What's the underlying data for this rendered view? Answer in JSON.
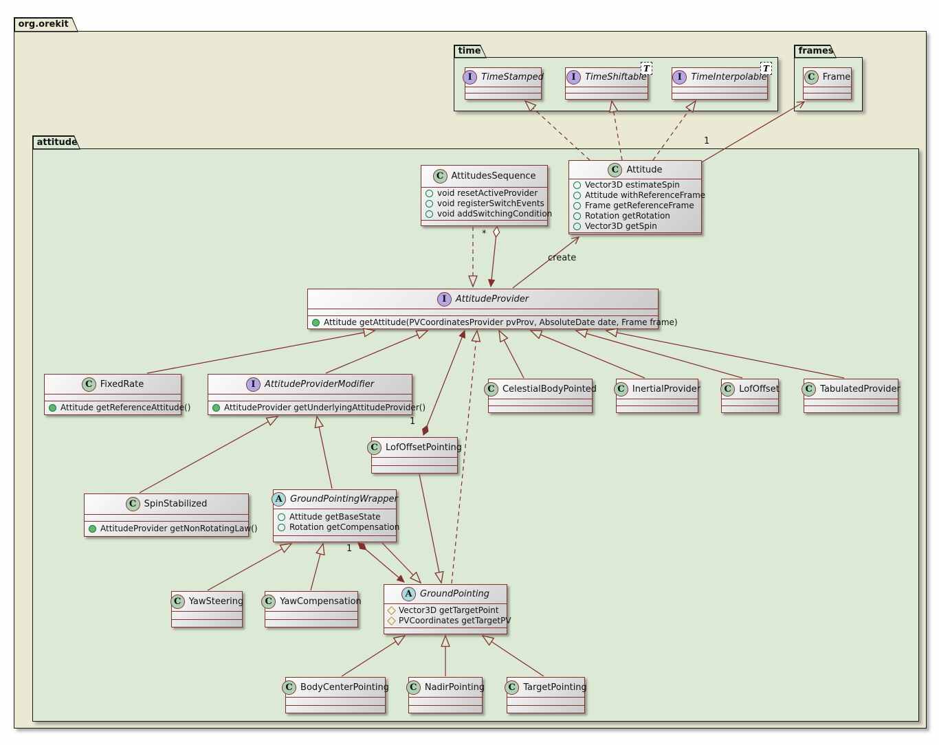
{
  "colors": {
    "line": "#82302D",
    "pkg-outer-bg": "#EAE9D4",
    "pkg-inner-bg": "#DCE9D4",
    "box-grad-start": "#FCFCFC",
    "box-grad-end": "#C9C9C9",
    "icon-class-bg": "#ADD1B2",
    "icon-interface-bg": "#B4A7E5",
    "icon-abstract-bg": "#A9DCDF",
    "member-public": "#038048",
    "member-protected": "#B38D22"
  },
  "packages": {
    "root": {
      "label": "org.orekit"
    },
    "time": {
      "label": "time"
    },
    "frames": {
      "label": "frames"
    },
    "attitude": {
      "label": "attitude"
    }
  },
  "classes": {
    "timeStamped": {
      "letter": "I",
      "name": "TimeStamped",
      "kind": "interface"
    },
    "timeShiftable": {
      "letter": "I",
      "name": "TimeShiftable",
      "kind": "interface",
      "generic": "T"
    },
    "timeInterpolable": {
      "letter": "I",
      "name": "TimeInterpolable",
      "kind": "interface",
      "generic": "T"
    },
    "frame": {
      "letter": "C",
      "name": "Frame",
      "kind": "class"
    },
    "attitudesSequence": {
      "letter": "C",
      "name": "AttitudesSequence",
      "kind": "class",
      "members": [
        {
          "icon": "public-field",
          "text": "void resetActiveProvider"
        },
        {
          "icon": "public-field",
          "text": "void registerSwitchEvents"
        },
        {
          "icon": "public-field",
          "text": "void addSwitchingCondition"
        }
      ]
    },
    "attitude": {
      "letter": "C",
      "name": "Attitude",
      "kind": "class",
      "members": [
        {
          "icon": "public-field",
          "text": "Vector3D estimateSpin"
        },
        {
          "icon": "public-field",
          "text": "Attitude withReferenceFrame"
        },
        {
          "icon": "public-field",
          "text": "Frame getReferenceFrame"
        },
        {
          "icon": "public-field",
          "text": "Rotation getRotation"
        },
        {
          "icon": "public-field",
          "text": "Vector3D getSpin"
        }
      ]
    },
    "attitudeProvider": {
      "letter": "I",
      "name": "AttitudeProvider",
      "kind": "interface",
      "members": [
        {
          "icon": "public-method",
          "text": "Attitude getAttitude(PVCoordinatesProvider pvProv, AbsoluteDate date, Frame frame)"
        }
      ]
    },
    "fixedRate": {
      "letter": "C",
      "name": "FixedRate",
      "kind": "class",
      "members": [
        {
          "icon": "public-method",
          "text": "Attitude getReferenceAttitude()"
        }
      ]
    },
    "attitudeProviderModifier": {
      "letter": "I",
      "name": "AttitudeProviderModifier",
      "kind": "interface",
      "members": [
        {
          "icon": "public-method",
          "text": "AttitudeProvider getUnderlyingAttitudeProvider()"
        }
      ]
    },
    "celestialBodyPointed": {
      "letter": "C",
      "name": "CelestialBodyPointed",
      "kind": "class"
    },
    "inertialProvider": {
      "letter": "C",
      "name": "InertialProvider",
      "kind": "class"
    },
    "lofOffset": {
      "letter": "C",
      "name": "LofOffset",
      "kind": "class"
    },
    "tabulatedProvider": {
      "letter": "C",
      "name": "TabulatedProvider",
      "kind": "class"
    },
    "lofOffsetPointing": {
      "letter": "C",
      "name": "LofOffsetPointing",
      "kind": "class"
    },
    "spinStabilized": {
      "letter": "C",
      "name": "SpinStabilized",
      "kind": "class",
      "members": [
        {
          "icon": "public-method",
          "text": "AttitudeProvider getNonRotatingLaw()"
        }
      ]
    },
    "groundPointingWrapper": {
      "letter": "A",
      "name": "GroundPointingWrapper",
      "kind": "abstract",
      "members": [
        {
          "icon": "public-field",
          "text": "Attitude getBaseState"
        },
        {
          "icon": "public-field",
          "text": "Rotation getCompensation"
        }
      ]
    },
    "yawSteering": {
      "letter": "C",
      "name": "YawSteering",
      "kind": "class"
    },
    "yawCompensation": {
      "letter": "C",
      "name": "YawCompensation",
      "kind": "class"
    },
    "groundPointing": {
      "letter": "A",
      "name": "GroundPointing",
      "kind": "abstract",
      "members": [
        {
          "icon": "protected-field",
          "text": "Vector3D getTargetPoint"
        },
        {
          "icon": "protected-field",
          "text": "PVCoordinates getTargetPV"
        }
      ]
    },
    "bodyCenterPointing": {
      "letter": "C",
      "name": "BodyCenterPointing",
      "kind": "class"
    },
    "nadirPointing": {
      "letter": "C",
      "name": "NadirPointing",
      "kind": "class"
    },
    "targetPointing": {
      "letter": "C",
      "name": "TargetPointing",
      "kind": "class"
    }
  },
  "edge_labels": {
    "create": "create",
    "attitude_frame_mult": "1",
    "attitudes_sequence_mult": "*",
    "lof_offset_pointing_mult": "1",
    "ground_pointing_wrapper_mult": "1"
  }
}
